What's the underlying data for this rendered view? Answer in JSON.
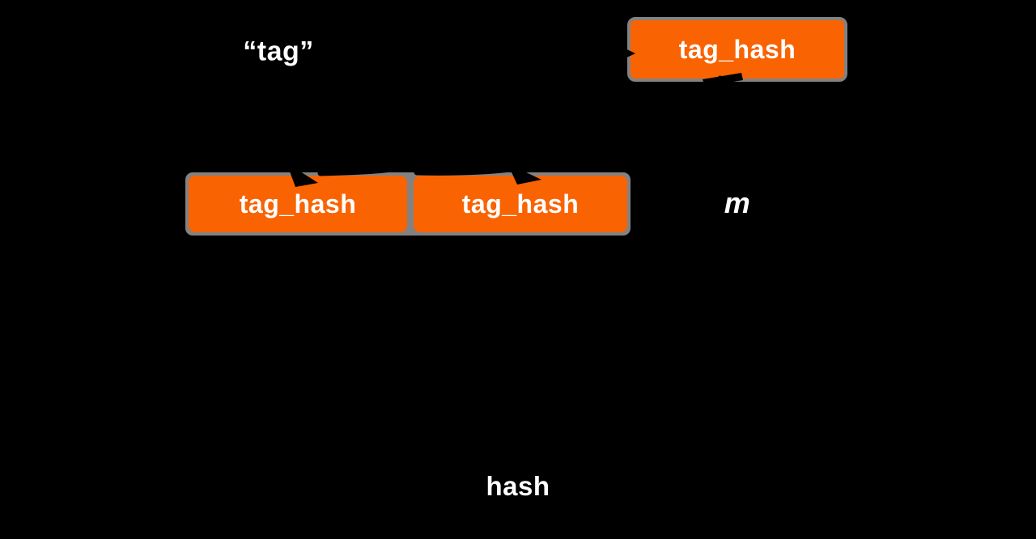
{
  "diagram": {
    "background": "#000000",
    "colors": {
      "box_fill": "#F96302",
      "box_border": "#828282",
      "label_text": "#FFFFFF",
      "arrow": "#000000"
    },
    "nodes": {
      "tag_literal": {
        "label": "“tag”"
      },
      "tag_hash_result": {
        "label": "tag_hash"
      },
      "tag_hash_copy_1": {
        "label": "tag_hash"
      },
      "tag_hash_copy_2": {
        "label": "tag_hash"
      },
      "message": {
        "label": "m"
      },
      "output": {
        "label": "hash"
      }
    },
    "edges": [
      {
        "from": "tag_literal",
        "to": "tag_hash_result"
      },
      {
        "from": "tag_hash_result",
        "to": "tag_hash_copy_1"
      },
      {
        "from": "tag_hash_result",
        "to": "tag_hash_copy_2"
      }
    ]
  }
}
